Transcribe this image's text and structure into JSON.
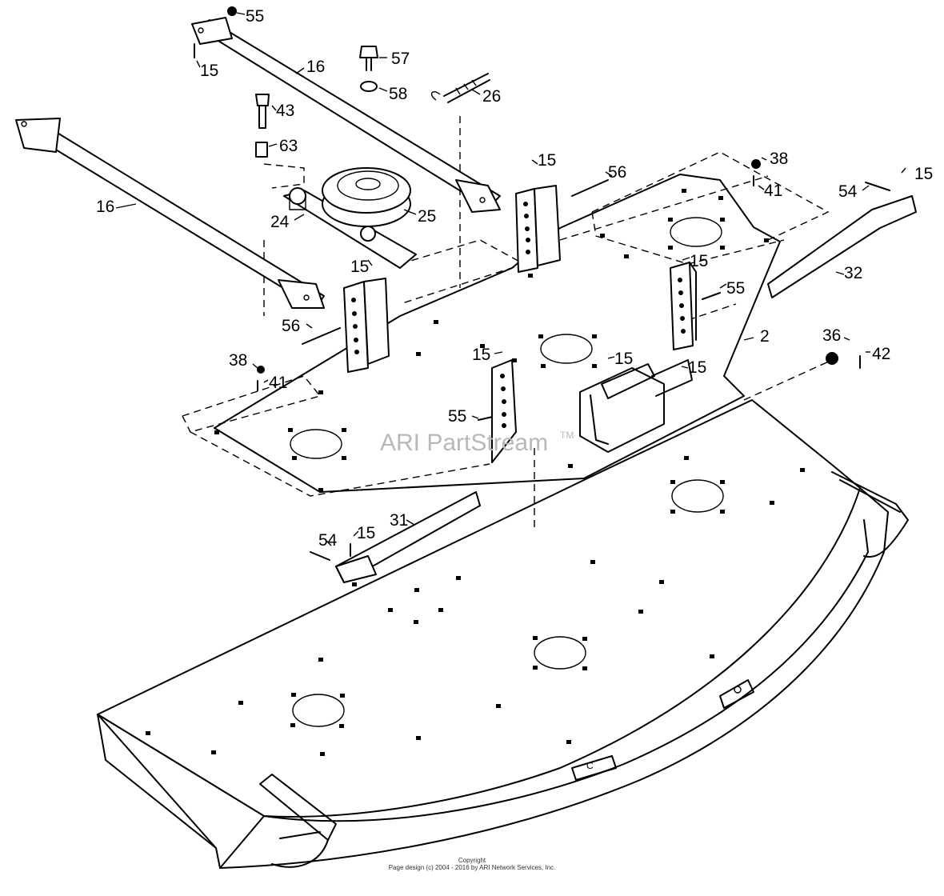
{
  "watermark": {
    "text": "ARI PartStream",
    "trademark": "TM"
  },
  "footer": {
    "copyright_label": "Copyright",
    "page_design": "Page design (c) 2004 - 2016 by ARI Network Services, Inc."
  },
  "callouts": {
    "c55_top": "55",
    "c15_top": "15",
    "c16_top": "16",
    "c57": "57",
    "c58": "58",
    "c26": "26",
    "c43": "43",
    "c63": "63",
    "c16_left": "16",
    "c25": "25",
    "c24": "24",
    "c15_mid": "15",
    "c56_right": "56",
    "c38_right": "38",
    "c41_right": "41",
    "c54_right": "54",
    "c15_far_right": "15",
    "c32": "32",
    "c15_under24": "15",
    "c15_bracket": "15",
    "c55_right": "55",
    "c2": "2",
    "c56_left": "56",
    "c38_left": "38",
    "c41_left": "41",
    "c15_front": "15",
    "c15_hitch": "15",
    "c15_hitch2": "15",
    "c36": "36",
    "c42": "42",
    "c55_front": "55",
    "c31": "31",
    "c54_left": "54",
    "c15_bottom": "15"
  }
}
